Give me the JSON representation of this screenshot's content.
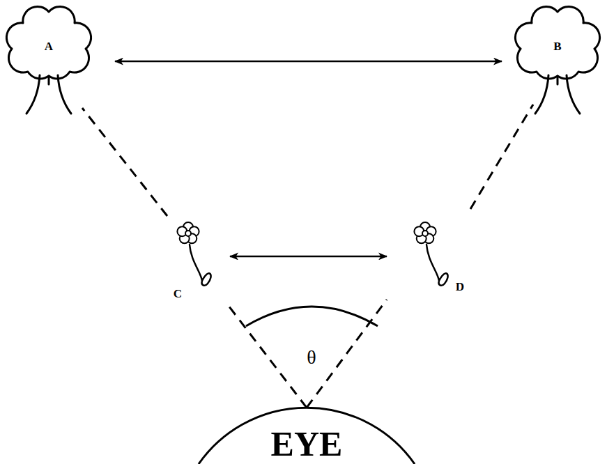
{
  "diagram": {
    "nodes": [
      {
        "text": [
          "A"
        ]
      },
      {
        "text": [
          "B"
        ]
      },
      {
        "text": [
          "C"
        ]
      },
      {
        "text": [
          "D"
        ]
      },
      {
        "text": [
          "EYE"
        ]
      }
    ],
    "edges": [
      {
        "from": 0,
        "to": 1,
        "arrow": "both"
      },
      {
        "from": 2,
        "to": 3,
        "arrow": "both"
      },
      {
        "from": 2,
        "to": 0,
        "arrow": "none"
      },
      {
        "from": 3,
        "to": 1,
        "arrow": "none"
      },
      {
        "from": 4,
        "to": 2,
        "arrow": "none"
      },
      {
        "from": 4,
        "to": 3,
        "arrow": "none"
      }
    ],
    "labels": [
      "θ"
    ]
  }
}
